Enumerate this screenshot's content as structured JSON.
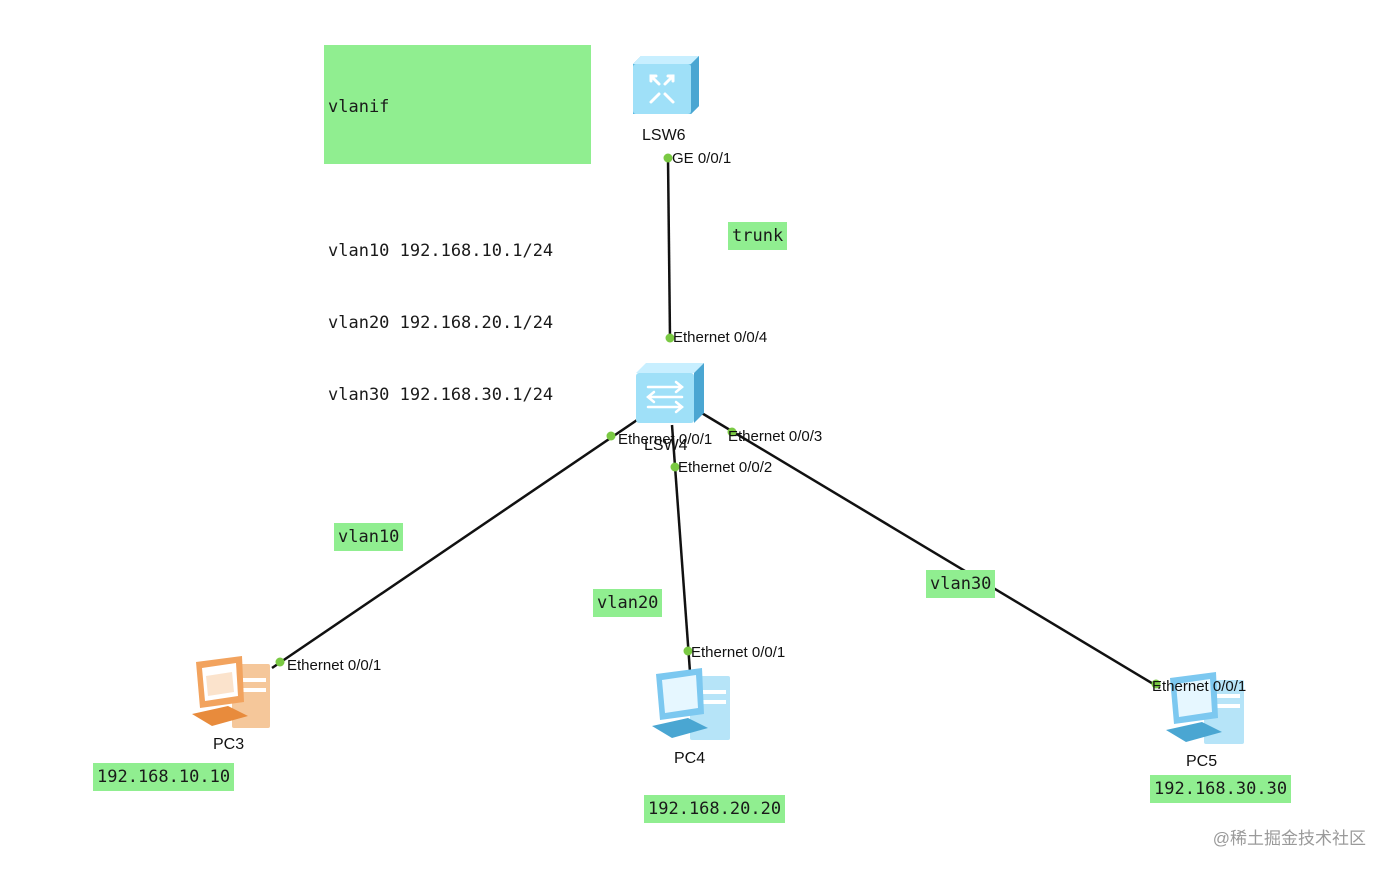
{
  "devices": {
    "lsw6": {
      "name": "LSW6",
      "icon": "core-switch-icon"
    },
    "lsw4": {
      "name": "LSW4",
      "icon": "access-switch-icon"
    },
    "pc3": {
      "name": "PC3",
      "icon": "pc-icon",
      "color": "#f2a35e"
    },
    "pc4": {
      "name": "PC4",
      "icon": "pc-icon",
      "color": "#7cc8f0"
    },
    "pc5": {
      "name": "PC5",
      "icon": "pc-icon",
      "color": "#7cc8f0"
    }
  },
  "ports": {
    "lsw6_ge001": "GE 0/0/1",
    "lsw4_e004": "Ethernet 0/0/4",
    "lsw4_e001": "Ethernet 0/0/1",
    "lsw4_e002": "Ethernet 0/0/2",
    "lsw4_e003": "Ethernet 0/0/3",
    "pc3_e001": "Ethernet 0/0/1",
    "pc4_e001": "Ethernet 0/0/1",
    "pc5_e001": "Ethernet 0/0/1"
  },
  "notes": {
    "vlanif": {
      "lines": [
        "vlanif",
        "",
        "vlan10 192.168.10.1/24",
        "vlan20 192.168.20.1/24",
        "vlan30 192.168.30.1/24"
      ]
    },
    "trunk": "trunk",
    "vlan10": "vlan10",
    "vlan20": "vlan20",
    "vlan30": "vlan30",
    "pc3_ip": "192.168.10.10",
    "pc4_ip": "192.168.20.20",
    "pc5_ip": "192.168.30.30"
  },
  "watermark": "@稀土掘金技术社区",
  "colors": {
    "note_bg": "#90ee90",
    "port_dot": "#7ac943",
    "link": "#111111",
    "switch": "#8fd8f5"
  }
}
